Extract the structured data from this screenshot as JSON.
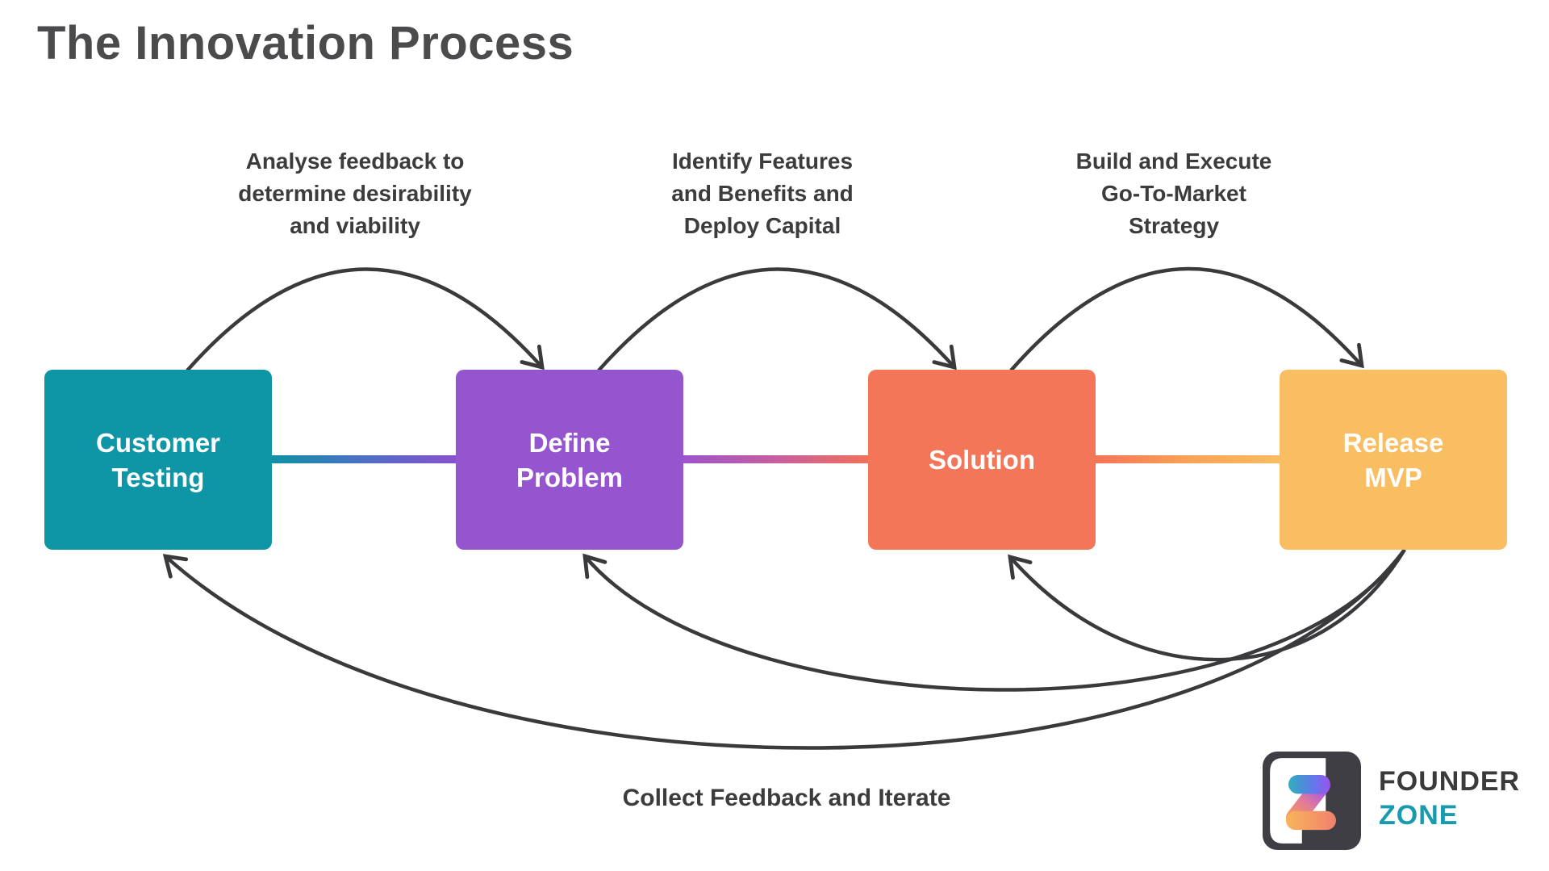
{
  "title": "The Innovation Process",
  "diagram": {
    "type": "process-cycle",
    "steps": [
      {
        "id": "customer-testing",
        "label": "Customer\nTesting",
        "color": "#0e96a6"
      },
      {
        "id": "define-problem",
        "label": "Define\nProblem",
        "color": "#9455cf"
      },
      {
        "id": "solution",
        "label": "Solution",
        "color": "#f47658"
      },
      {
        "id": "release-mvp",
        "label": "Release\nMVP",
        "color": "#f9be61"
      }
    ],
    "forward_arc_labels": [
      {
        "from": "customer-testing",
        "to": "define-problem",
        "text": "Analyse feedback to\ndetermine desirability\nand viability"
      },
      {
        "from": "define-problem",
        "to": "solution",
        "text": "Identify Features\nand Benefits and\nDeploy Capital"
      },
      {
        "from": "solution",
        "to": "release-mvp",
        "text": "Build and Execute\nGo-To-Market\nStrategy"
      }
    ],
    "return_arcs": [
      {
        "from": "release-mvp",
        "to": "solution"
      },
      {
        "from": "release-mvp",
        "to": "define-problem"
      },
      {
        "from": "release-mvp",
        "to": "customer-testing"
      }
    ],
    "feedback_label": "Collect Feedback and Iterate",
    "connector_gradients": [
      [
        "#0b93a3",
        "#4c6fc4",
        "#8b50ce"
      ],
      [
        "#9b53ce",
        "#c55f9f",
        "#f37257"
      ],
      [
        "#f37257",
        "#f9a256",
        "#f9be61"
      ]
    ],
    "arrow_color": "#3a3a3c"
  },
  "text_colors": {
    "title": "#4b4b4d",
    "labels": "#3c3c3e",
    "box_text": "#ffffff"
  },
  "logo": {
    "line1": "FOUNDER",
    "line2": "ZONE",
    "line1_color": "#3a3a3c",
    "line2_color": "#1a9aaf",
    "icon_dark": "#3e3e44",
    "icon_z_gradient": [
      "#2eafbc",
      "#5e7be9",
      "#9c52f2",
      "#e0799c",
      "#f5975f",
      "#f8b55a",
      "#f0806e"
    ]
  }
}
